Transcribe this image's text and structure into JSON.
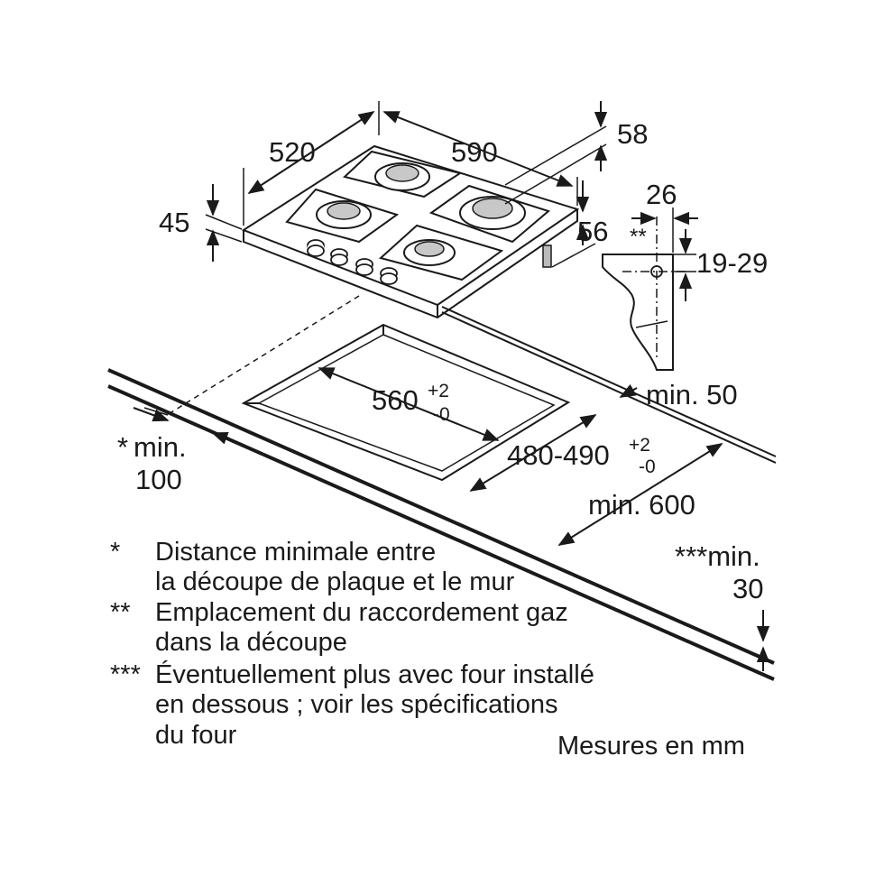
{
  "dimensions": {
    "depth": "520",
    "width": "590",
    "glass_thickness": "58",
    "side_height": "45",
    "bracket_width": "26",
    "gas_offset": "56",
    "gas_marker": "**",
    "worktop_thickness": "19-29",
    "cutout_width": "560",
    "cutout_width_tol_plus": "+2",
    "cutout_width_tol_minus": "-0",
    "cutout_depth": "480-490",
    "cutout_depth_tol_plus": "+2",
    "cutout_depth_tol_minus": "-0",
    "rear_clearance": "min. 50",
    "front_clearance_marker": "*",
    "front_clearance_min": "min.",
    "front_clearance_value": "100",
    "worktop_depth": "min. 600",
    "below_clearance_label": "***min.",
    "below_clearance_value": "30"
  },
  "legend": [
    {
      "marker": "*",
      "lines": [
        "Distance minimale entre",
        "la découpe de plaque et le mur"
      ]
    },
    {
      "marker": "**",
      "lines": [
        "Emplacement du raccordement gaz",
        "dans la découpe"
      ]
    },
    {
      "marker": "***",
      "lines": [
        "Éventuellement plus avec four installé",
        "en dessous ; voir les spécifications",
        "du four"
      ]
    }
  ],
  "units_note": "Mesures en mm"
}
